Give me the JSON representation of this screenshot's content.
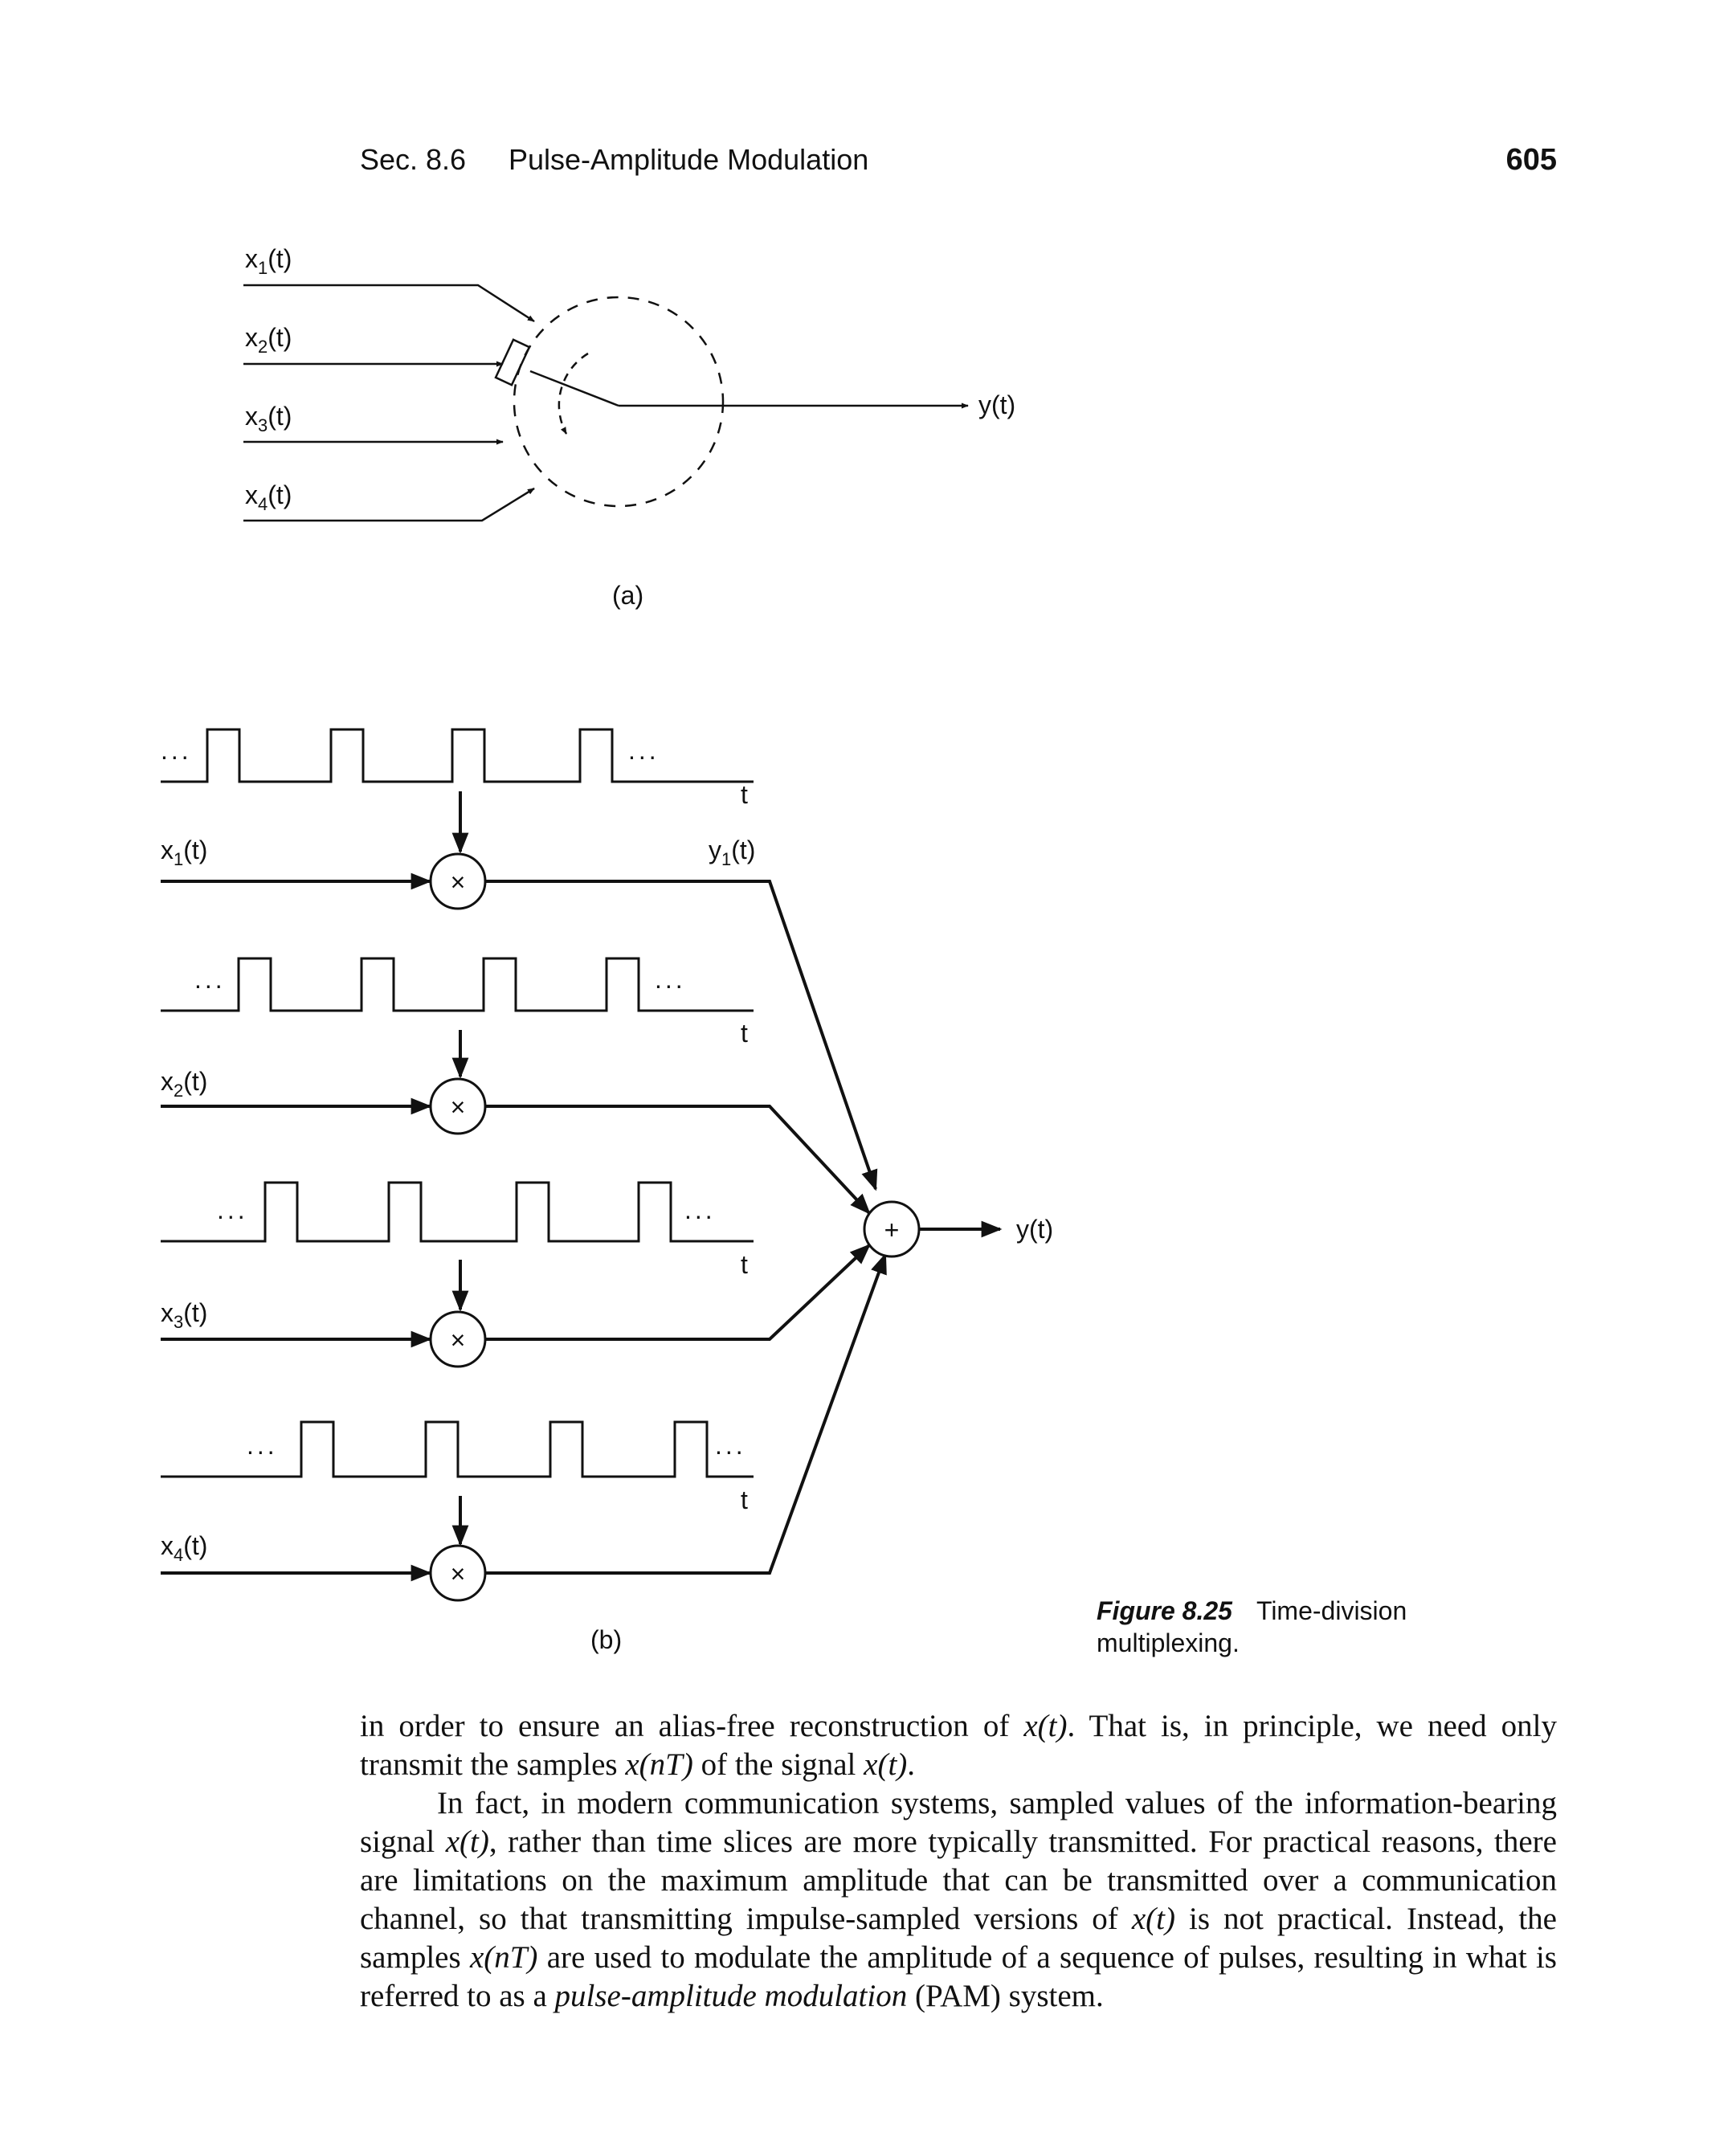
{
  "header": {
    "section": "Sec. 8.6",
    "title": "Pulse-Amplitude Modulation",
    "page_number": "605"
  },
  "figure_a": {
    "inputs": [
      {
        "base": "x",
        "sub": "1",
        "rest": "(t)"
      },
      {
        "base": "x",
        "sub": "2",
        "rest": "(t)"
      },
      {
        "base": "x",
        "sub": "3",
        "rest": "(t)"
      },
      {
        "base": "x",
        "sub": "4",
        "rest": "(t)"
      }
    ],
    "output": "y(t)",
    "label": "(a)"
  },
  "figure_b": {
    "inputs": [
      {
        "base": "x",
        "sub": "1",
        "rest": "(t)"
      },
      {
        "base": "x",
        "sub": "2",
        "rest": "(t)"
      },
      {
        "base": "x",
        "sub": "3",
        "rest": "(t)"
      },
      {
        "base": "x",
        "sub": "4",
        "rest": "(t)"
      }
    ],
    "time_axis_label": "t",
    "product_label": {
      "base": "y",
      "sub": "1",
      "rest": "(t)"
    },
    "multiplier_symbol": "×",
    "adder_symbol": "+",
    "ellipsis": "...",
    "output": "y(t)",
    "label": "(b)"
  },
  "caption": {
    "number": "Figure 8.25",
    "text": "Time-division multiplexing."
  },
  "body": {
    "p1_a": "in order to ensure an alias-free reconstruction of ",
    "p1_b": "x(t)",
    "p1_c": ". That is, in principle, we need only transmit the samples ",
    "p1_d": "x(nT)",
    "p1_e": " of the signal ",
    "p1_f": "x(t)",
    "p1_g": ".",
    "p2_a": "In fact, in modern communication systems, sampled values of the information-bearing signal ",
    "p2_b": "x(t)",
    "p2_c": ", rather than time slices are more typically transmitted. For practical reasons, there are limitations on the maximum amplitude that can be transmitted over a communication channel, so that transmitting impulse-sampled versions of ",
    "p2_d": "x(t)",
    "p2_e": " is not practical. Instead, the samples ",
    "p2_f": "x(nT)",
    "p2_g": " are used to modulate the amplitude of a sequence of pulses, resulting in what is referred to as a ",
    "p2_h": "pulse-amplitude modulation",
    "p2_i": " (PAM) system."
  }
}
